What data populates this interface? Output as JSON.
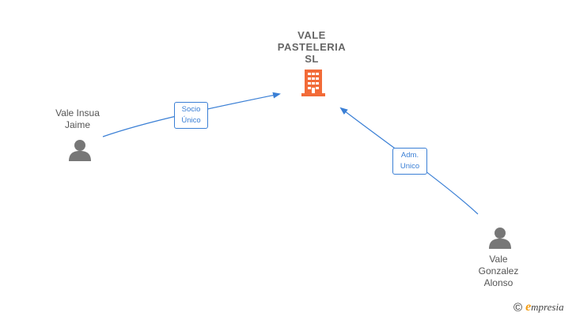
{
  "company": {
    "name_lines": [
      "VALE",
      "PASTELERIA",
      "SL"
    ],
    "icon": "building-icon",
    "icon_color": "#f26b38"
  },
  "persons": [
    {
      "name_lines": [
        "Vale Insua",
        "Jaime"
      ],
      "icon": "person-icon"
    },
    {
      "name_lines": [
        "Vale",
        "Gonzalez",
        "Alonso"
      ],
      "icon": "person-icon"
    }
  ],
  "relations": [
    {
      "label_lines": [
        "Socio",
        "Único"
      ]
    },
    {
      "label_lines": [
        "Adm.",
        "Unico"
      ]
    }
  ],
  "colors": {
    "edge": "#3a7fd5",
    "person_icon": "#777777",
    "text": "#666666"
  },
  "footer": {
    "copyright": "©",
    "brand_initial": "e",
    "brand_rest": "mpresia"
  }
}
